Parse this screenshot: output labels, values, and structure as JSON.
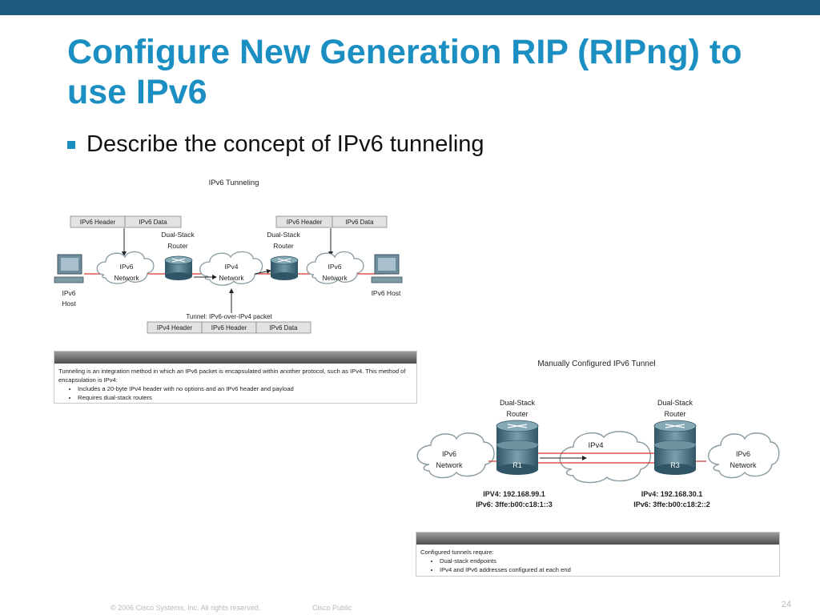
{
  "slide": {
    "title": "Configure New Generation RIP (RIPng) to use IPv6",
    "bullet": "Describe the concept of IPv6 tunneling"
  },
  "diagram1": {
    "title": "IPv6 Tunneling",
    "left_packet": [
      "IPv6 Header",
      "IPv6 Data"
    ],
    "right_packet": [
      "IPv6 Header",
      "IPv6 Data"
    ],
    "router_left_label": [
      "Dual-Stack",
      "Router"
    ],
    "router_right_label": [
      "Dual-Stack",
      "Router"
    ],
    "cloud_left": [
      "IPv6",
      "Network"
    ],
    "cloud_mid": [
      "IPv4",
      "Network"
    ],
    "cloud_right": [
      "IPv6",
      "Network"
    ],
    "host_left": [
      "IPv6",
      "Host"
    ],
    "host_right": "IPv6 Host",
    "tunnel_label": "Tunnel: IPv6-over-IPv4 packet",
    "tunnel_packet": [
      "IPv4 Header",
      "IPv6 Header",
      "IPv6 Data"
    ]
  },
  "box1": {
    "text": "Tunneling is an integration method in which an IPv6 packet is encapsulated within another protocol, such as IPv4. This method of encapsulation is IPv4:",
    "items": [
      "Includes a 20-byte IPv4 header with no options and an IPv6 header and payload",
      "Requires dual-stack routers"
    ]
  },
  "diagram2": {
    "title": "Manually Configured IPv6 Tunnel",
    "router_left_label": [
      "Dual-Stack",
      "Router"
    ],
    "router_right_label": [
      "Dual-Stack",
      "Router"
    ],
    "r1": "R1",
    "r3": "R3",
    "cloud_left": [
      "IPv6",
      "Network"
    ],
    "cloud_mid": "IPv4",
    "cloud_right": [
      "IPv6",
      "Network"
    ],
    "r1_addr": [
      "IPV4: 192.168.99.1",
      "IPv6: 3ffe:b00:c18:1::3"
    ],
    "r3_addr": [
      "IPv4: 192.168.30.1",
      "IPv6: 3ffe:b00:c18:2::2"
    ]
  },
  "box2": {
    "text": "Configured tunnels require:",
    "items": [
      "Dual-stack endpoints",
      "IPv4 and IPv6 addresses configured at each end"
    ]
  },
  "footer": {
    "copyright": "© 2006 Cisco Systems, Inc. All rights reserved.",
    "classification": "Cisco Public",
    "page": "24"
  },
  "colors": {
    "title": "#1b8fc2",
    "topbar": "#1d5a7e",
    "tunnel_line": "#d9352b"
  }
}
